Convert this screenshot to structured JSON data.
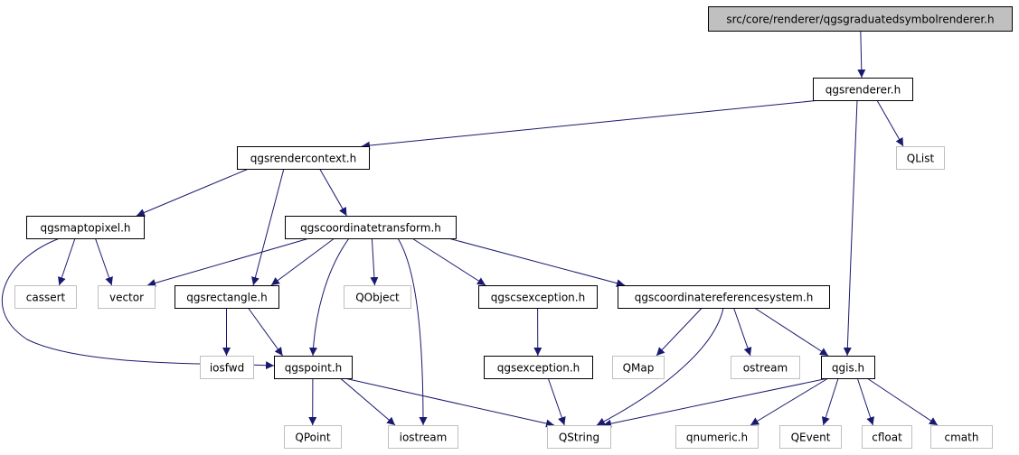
{
  "colors": {
    "edge": "#191970",
    "root_fill": "#c0c0c0",
    "internal_border": "#000000",
    "external_border": "#bfbfbf",
    "external_text": "#404040",
    "background": "#ffffff"
  },
  "nodes": {
    "root": {
      "label": "src/core/renderer/qgsgraduatedsymbolrenderer.h",
      "kind": "root"
    },
    "renderer": {
      "label": "qgsrenderer.h",
      "kind": "internal"
    },
    "rendercontext": {
      "label": "qgsrendercontext.h",
      "kind": "internal"
    },
    "qlist": {
      "label": "QList",
      "kind": "external"
    },
    "maptopixel": {
      "label": "qgsmaptopixel.h",
      "kind": "internal"
    },
    "coordtransform": {
      "label": "qgscoordinatetransform.h",
      "kind": "internal"
    },
    "cassert": {
      "label": "cassert",
      "kind": "external"
    },
    "vector": {
      "label": "vector",
      "kind": "external"
    },
    "rectangle": {
      "label": "qgsrectangle.h",
      "kind": "internal"
    },
    "qobject": {
      "label": "QObject",
      "kind": "external"
    },
    "csexception": {
      "label": "qgscsexception.h",
      "kind": "internal"
    },
    "crs": {
      "label": "qgscoordinatereferencesystem.h",
      "kind": "internal"
    },
    "iosfwd": {
      "label": "iosfwd",
      "kind": "external"
    },
    "point": {
      "label": "qgspoint.h",
      "kind": "internal"
    },
    "exception": {
      "label": "qgsexception.h",
      "kind": "internal"
    },
    "qmap": {
      "label": "QMap",
      "kind": "external"
    },
    "ostream": {
      "label": "ostream",
      "kind": "external"
    },
    "qgis": {
      "label": "qgis.h",
      "kind": "internal"
    },
    "qpoint": {
      "label": "QPoint",
      "kind": "external"
    },
    "iostream": {
      "label": "iostream",
      "kind": "external"
    },
    "qstring": {
      "label": "QString",
      "kind": "external"
    },
    "qnumeric": {
      "label": "qnumeric.h",
      "kind": "external"
    },
    "qevent": {
      "label": "QEvent",
      "kind": "external"
    },
    "cfloat": {
      "label": "cfloat",
      "kind": "external"
    },
    "cmath": {
      "label": "cmath",
      "kind": "external"
    }
  },
  "edges": [
    {
      "from": "root",
      "to": "renderer"
    },
    {
      "from": "renderer",
      "to": "rendercontext"
    },
    {
      "from": "renderer",
      "to": "qlist"
    },
    {
      "from": "renderer",
      "to": "qgis"
    },
    {
      "from": "rendercontext",
      "to": "maptopixel"
    },
    {
      "from": "rendercontext",
      "to": "coordtransform"
    },
    {
      "from": "rendercontext",
      "to": "rectangle"
    },
    {
      "from": "maptopixel",
      "to": "cassert"
    },
    {
      "from": "maptopixel",
      "to": "vector"
    },
    {
      "from": "maptopixel",
      "to": "point"
    },
    {
      "from": "coordtransform",
      "to": "vector"
    },
    {
      "from": "coordtransform",
      "to": "rectangle"
    },
    {
      "from": "coordtransform",
      "to": "qobject"
    },
    {
      "from": "coordtransform",
      "to": "point"
    },
    {
      "from": "coordtransform",
      "to": "iostream"
    },
    {
      "from": "coordtransform",
      "to": "csexception"
    },
    {
      "from": "coordtransform",
      "to": "crs"
    },
    {
      "from": "rectangle",
      "to": "iosfwd"
    },
    {
      "from": "rectangle",
      "to": "point"
    },
    {
      "from": "csexception",
      "to": "exception"
    },
    {
      "from": "exception",
      "to": "qstring"
    },
    {
      "from": "crs",
      "to": "qmap"
    },
    {
      "from": "crs",
      "to": "ostream"
    },
    {
      "from": "crs",
      "to": "qgis"
    },
    {
      "from": "crs",
      "to": "qstring"
    },
    {
      "from": "point",
      "to": "qpoint"
    },
    {
      "from": "point",
      "to": "iostream"
    },
    {
      "from": "point",
      "to": "qstring"
    },
    {
      "from": "qgis",
      "to": "qstring"
    },
    {
      "from": "qgis",
      "to": "qnumeric"
    },
    {
      "from": "qgis",
      "to": "qevent"
    },
    {
      "from": "qgis",
      "to": "cfloat"
    },
    {
      "from": "qgis",
      "to": "cmath"
    }
  ]
}
